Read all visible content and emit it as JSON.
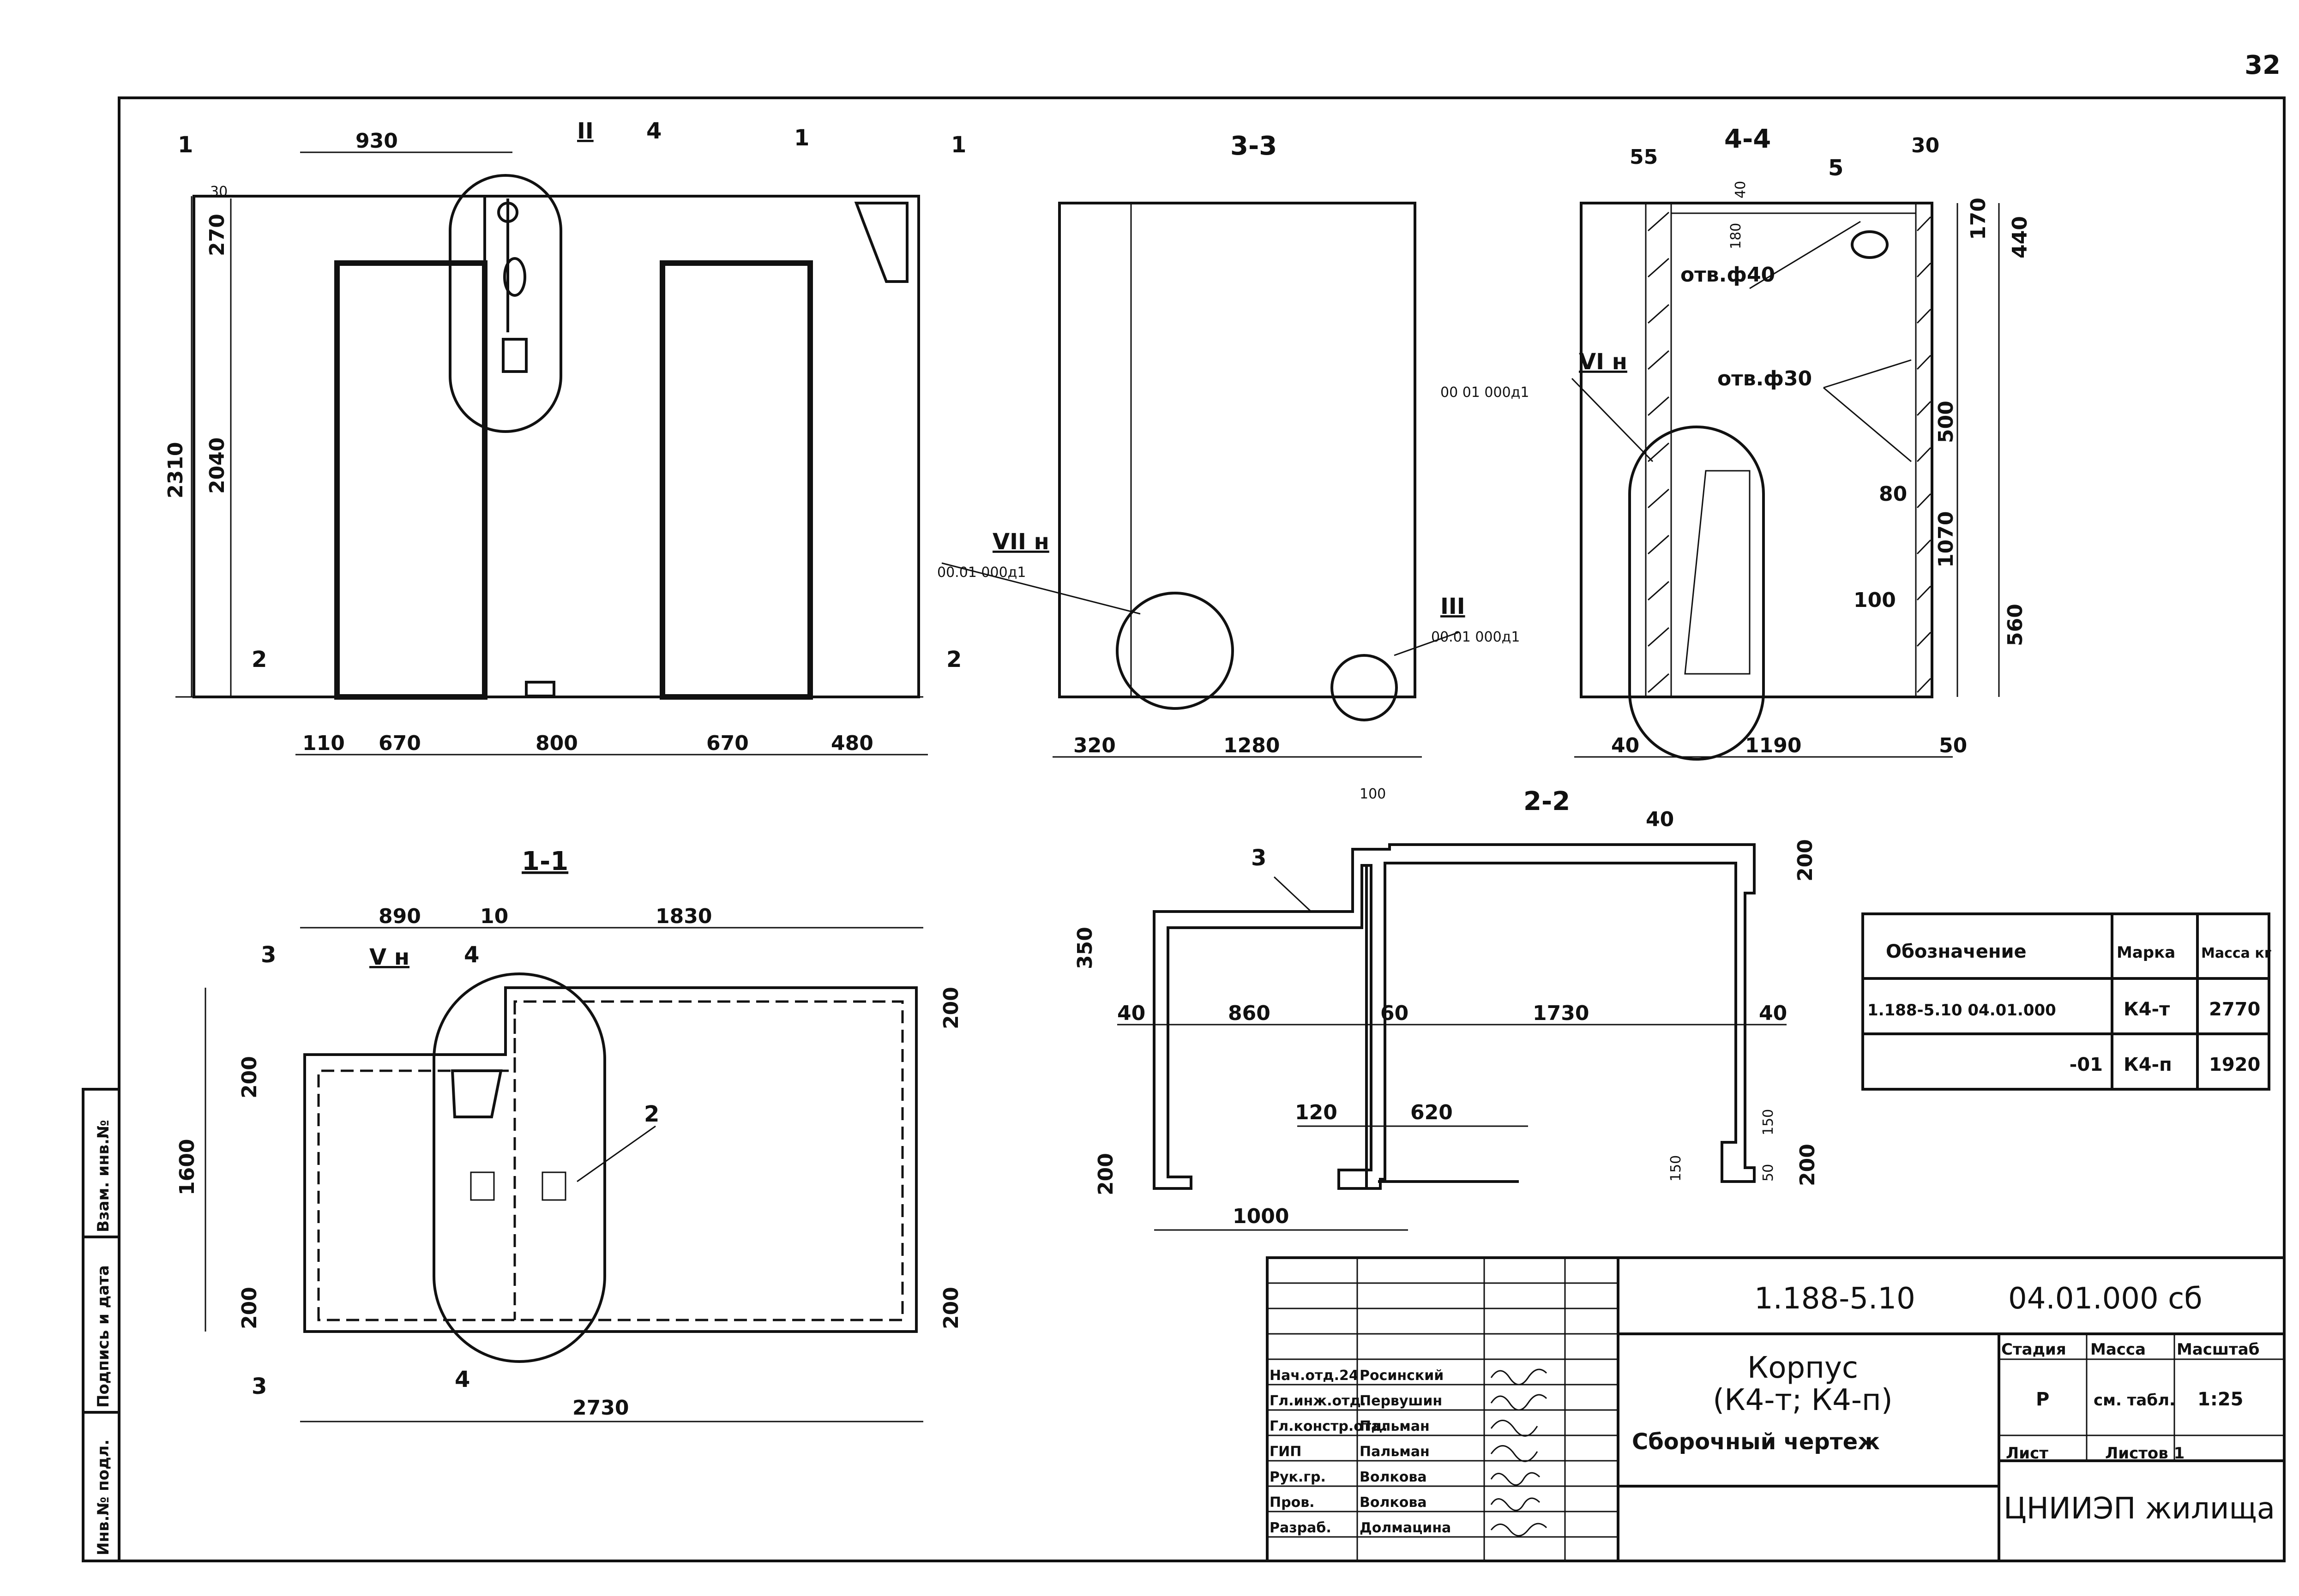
{
  "page_number": "32",
  "views": {
    "front": {
      "callouts": [
        "1",
        "1",
        "2",
        "2",
        "II",
        "4",
        "1"
      ],
      "dims_top": "930",
      "dims_small": "30",
      "dims_left": [
        "2310",
        "2040",
        "270"
      ],
      "dims_bottom": [
        "110",
        "670",
        "800",
        "670",
        "480"
      ]
    },
    "section_3_3": {
      "title": "3-3",
      "detail_a": {
        "label": "VII н",
        "code": "00.01 000д1"
      },
      "detail_b": {
        "label": "III",
        "code": "00.01 000д1"
      },
      "dims_bottom": [
        "320",
        "1280"
      ]
    },
    "section_4_4": {
      "title": "4-4",
      "callout": "5",
      "detail": {
        "label": "VI н",
        "code": "00 01 000д1"
      },
      "holes": [
        "отв.ф40",
        "отв.ф30"
      ],
      "dims_top": [
        "55",
        "30"
      ],
      "dims_left": [
        "40",
        "180"
      ],
      "dims_right": [
        "170",
        "440",
        "500",
        "1070",
        "560"
      ],
      "dims_inner": [
        "80",
        "100"
      ],
      "dims_bottom": [
        "40",
        "1190",
        "50"
      ]
    },
    "section_1_1": {
      "title": "1-1",
      "callouts": [
        "3",
        "3",
        "4",
        "4",
        "2"
      ],
      "detail": {
        "label": "V н"
      },
      "dims_top": [
        "890",
        "10",
        "1830"
      ],
      "dims_left": [
        "1600",
        "200",
        "200"
      ],
      "dims_right": [
        "200",
        "200"
      ],
      "dims_bottom": "2730"
    },
    "section_2_2": {
      "title": "2-2",
      "callout": "3",
      "dims": [
        "100",
        "40",
        "200",
        "350",
        "40",
        "860",
        "60",
        "1730",
        "40",
        "120",
        "620",
        "200",
        "1000",
        "150",
        "50",
        "150",
        "200"
      ]
    }
  },
  "spec_table": {
    "headers": [
      "Обозначение",
      "Марка",
      "Масса кг"
    ],
    "rows": [
      [
        "1.188-5.10 04.01.000",
        "К4-т",
        "2770"
      ],
      [
        "-01",
        "К4-п",
        "1920"
      ]
    ]
  },
  "side_stamp": [
    "Инв.№ подл.",
    "Подпись и дата",
    "Взам. инв.№"
  ],
  "title_block": {
    "series": "1.188-5.10",
    "doc_code": "04.01.000 сб",
    "title_lines": [
      "Корпус",
      "(К4-т; К4-п)",
      "Сборочный чертеж"
    ],
    "stage_header": "Стадия",
    "mass_header": "Масса",
    "scale_header": "Масштаб",
    "stage": "Р",
    "mass_value": "см. табл.",
    "scale": "1:25",
    "sheet_label": "Лист",
    "sheets_label": "Листов 1",
    "organization": "ЦНИИЭП жилища",
    "staff": [
      {
        "role": "Нач.отд.24",
        "name": "Росинский"
      },
      {
        "role": "Гл.инж.отд.",
        "name": "Первушин"
      },
      {
        "role": "Гл.констр.отд.",
        "name": "Пальман"
      },
      {
        "role": "ГИП",
        "name": "Пальман"
      },
      {
        "role": "Рук.гр.",
        "name": "Волкова"
      },
      {
        "role": "Пров.",
        "name": "Волкова"
      },
      {
        "role": "Разраб.",
        "name": "Долмацина"
      }
    ]
  }
}
